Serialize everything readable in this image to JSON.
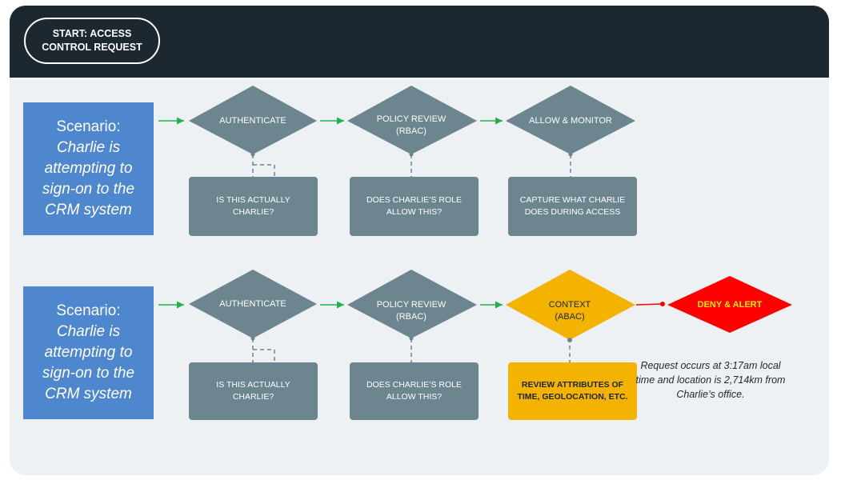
{
  "start": {
    "label": "START: ACCESS CONTROL REQUEST"
  },
  "colors": {
    "header": "#1c272f",
    "scenario": "#4e87cd",
    "diamond_gray": "#6c858e",
    "context": "#f4b300",
    "deny": "#ff0000",
    "arrow_green": "#22b14c",
    "arrow_red": "#ff0000"
  },
  "rows": [
    {
      "scenario_label": "Scenario:",
      "scenario_text": "Charlie is attempting to sign-on to the CRM system",
      "steps": [
        {
          "diamond": "AUTHENTICATE",
          "box": "IS THIS ACTUALLY CHARLIE?"
        },
        {
          "diamond": "POLICY REVIEW (RBAC)",
          "box": "DOES CHARLIE’S ROLE ALLOW THIS?"
        },
        {
          "diamond": "ALLOW & MONITOR",
          "box": "CAPTURE WHAT CHARLIE DOES DURING ACCESS"
        }
      ]
    },
    {
      "scenario_label": "Scenario:",
      "scenario_text": "Charlie is attempting to sign-on to the CRM system",
      "steps": [
        {
          "diamond": "AUTHENTICATE",
          "box": "IS THIS ACTUALLY CHARLIE?"
        },
        {
          "diamond": "POLICY REVIEW (RBAC)",
          "box": "DOES CHARLIE’S ROLE ALLOW THIS?"
        },
        {
          "diamond": "CONTEXT (ABAC)",
          "box": "REVIEW ATTRIBUTES OF TIME, GEOLOCATION, ETC."
        }
      ],
      "outcome": "DENY & ALERT",
      "note": "Request occurs at 3:17am local time and location is 2,714km from Charlie’s office."
    }
  ]
}
